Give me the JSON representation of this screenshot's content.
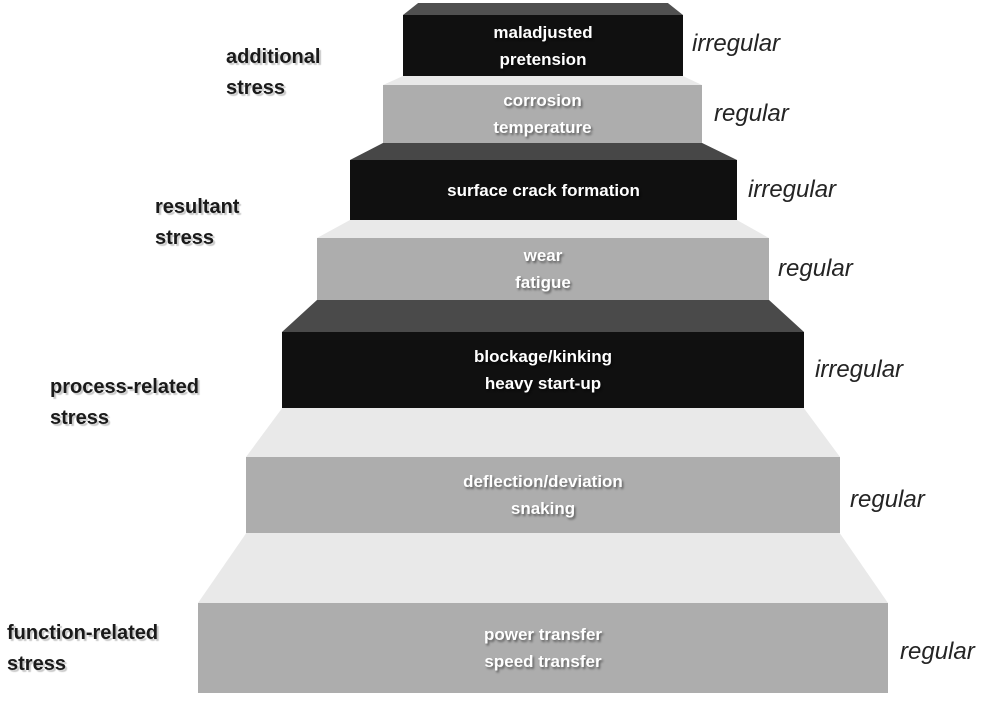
{
  "left_labels": [
    {
      "line1": "additional",
      "line2": "stress"
    },
    {
      "line1": "resultant",
      "line2": "stress"
    },
    {
      "line1": "process-related",
      "line2": "stress"
    },
    {
      "line1": "function-related",
      "line2": "stress"
    }
  ],
  "steps": [
    {
      "line1": "maladjusted",
      "line2": "pretension",
      "tone": "dark",
      "regularity": "irregular"
    },
    {
      "line1": "corrosion",
      "line2": "temperature",
      "tone": "light",
      "regularity": "regular"
    },
    {
      "line1": "surface crack formation",
      "line2": "",
      "tone": "dark",
      "regularity": "irregular"
    },
    {
      "line1": "wear",
      "line2": "fatigue",
      "tone": "light",
      "regularity": "regular"
    },
    {
      "line1": "blockage/kinking",
      "line2": "heavy start-up",
      "tone": "dark",
      "regularity": "irregular"
    },
    {
      "line1": "deflection/deviation",
      "line2": "snaking",
      "tone": "light",
      "regularity": "regular"
    },
    {
      "line1": "power transfer",
      "line2": "speed transfer",
      "tone": "light",
      "regularity": "regular"
    }
  ],
  "colors": {
    "dark_step": "#101010",
    "dark_tread": "#4a4a4a",
    "gray_step": "#aeaeae",
    "light_tread": "#e8e8e8",
    "step_text": "#ffffff",
    "side_label_text": "#242424",
    "background": "#ffffff"
  }
}
